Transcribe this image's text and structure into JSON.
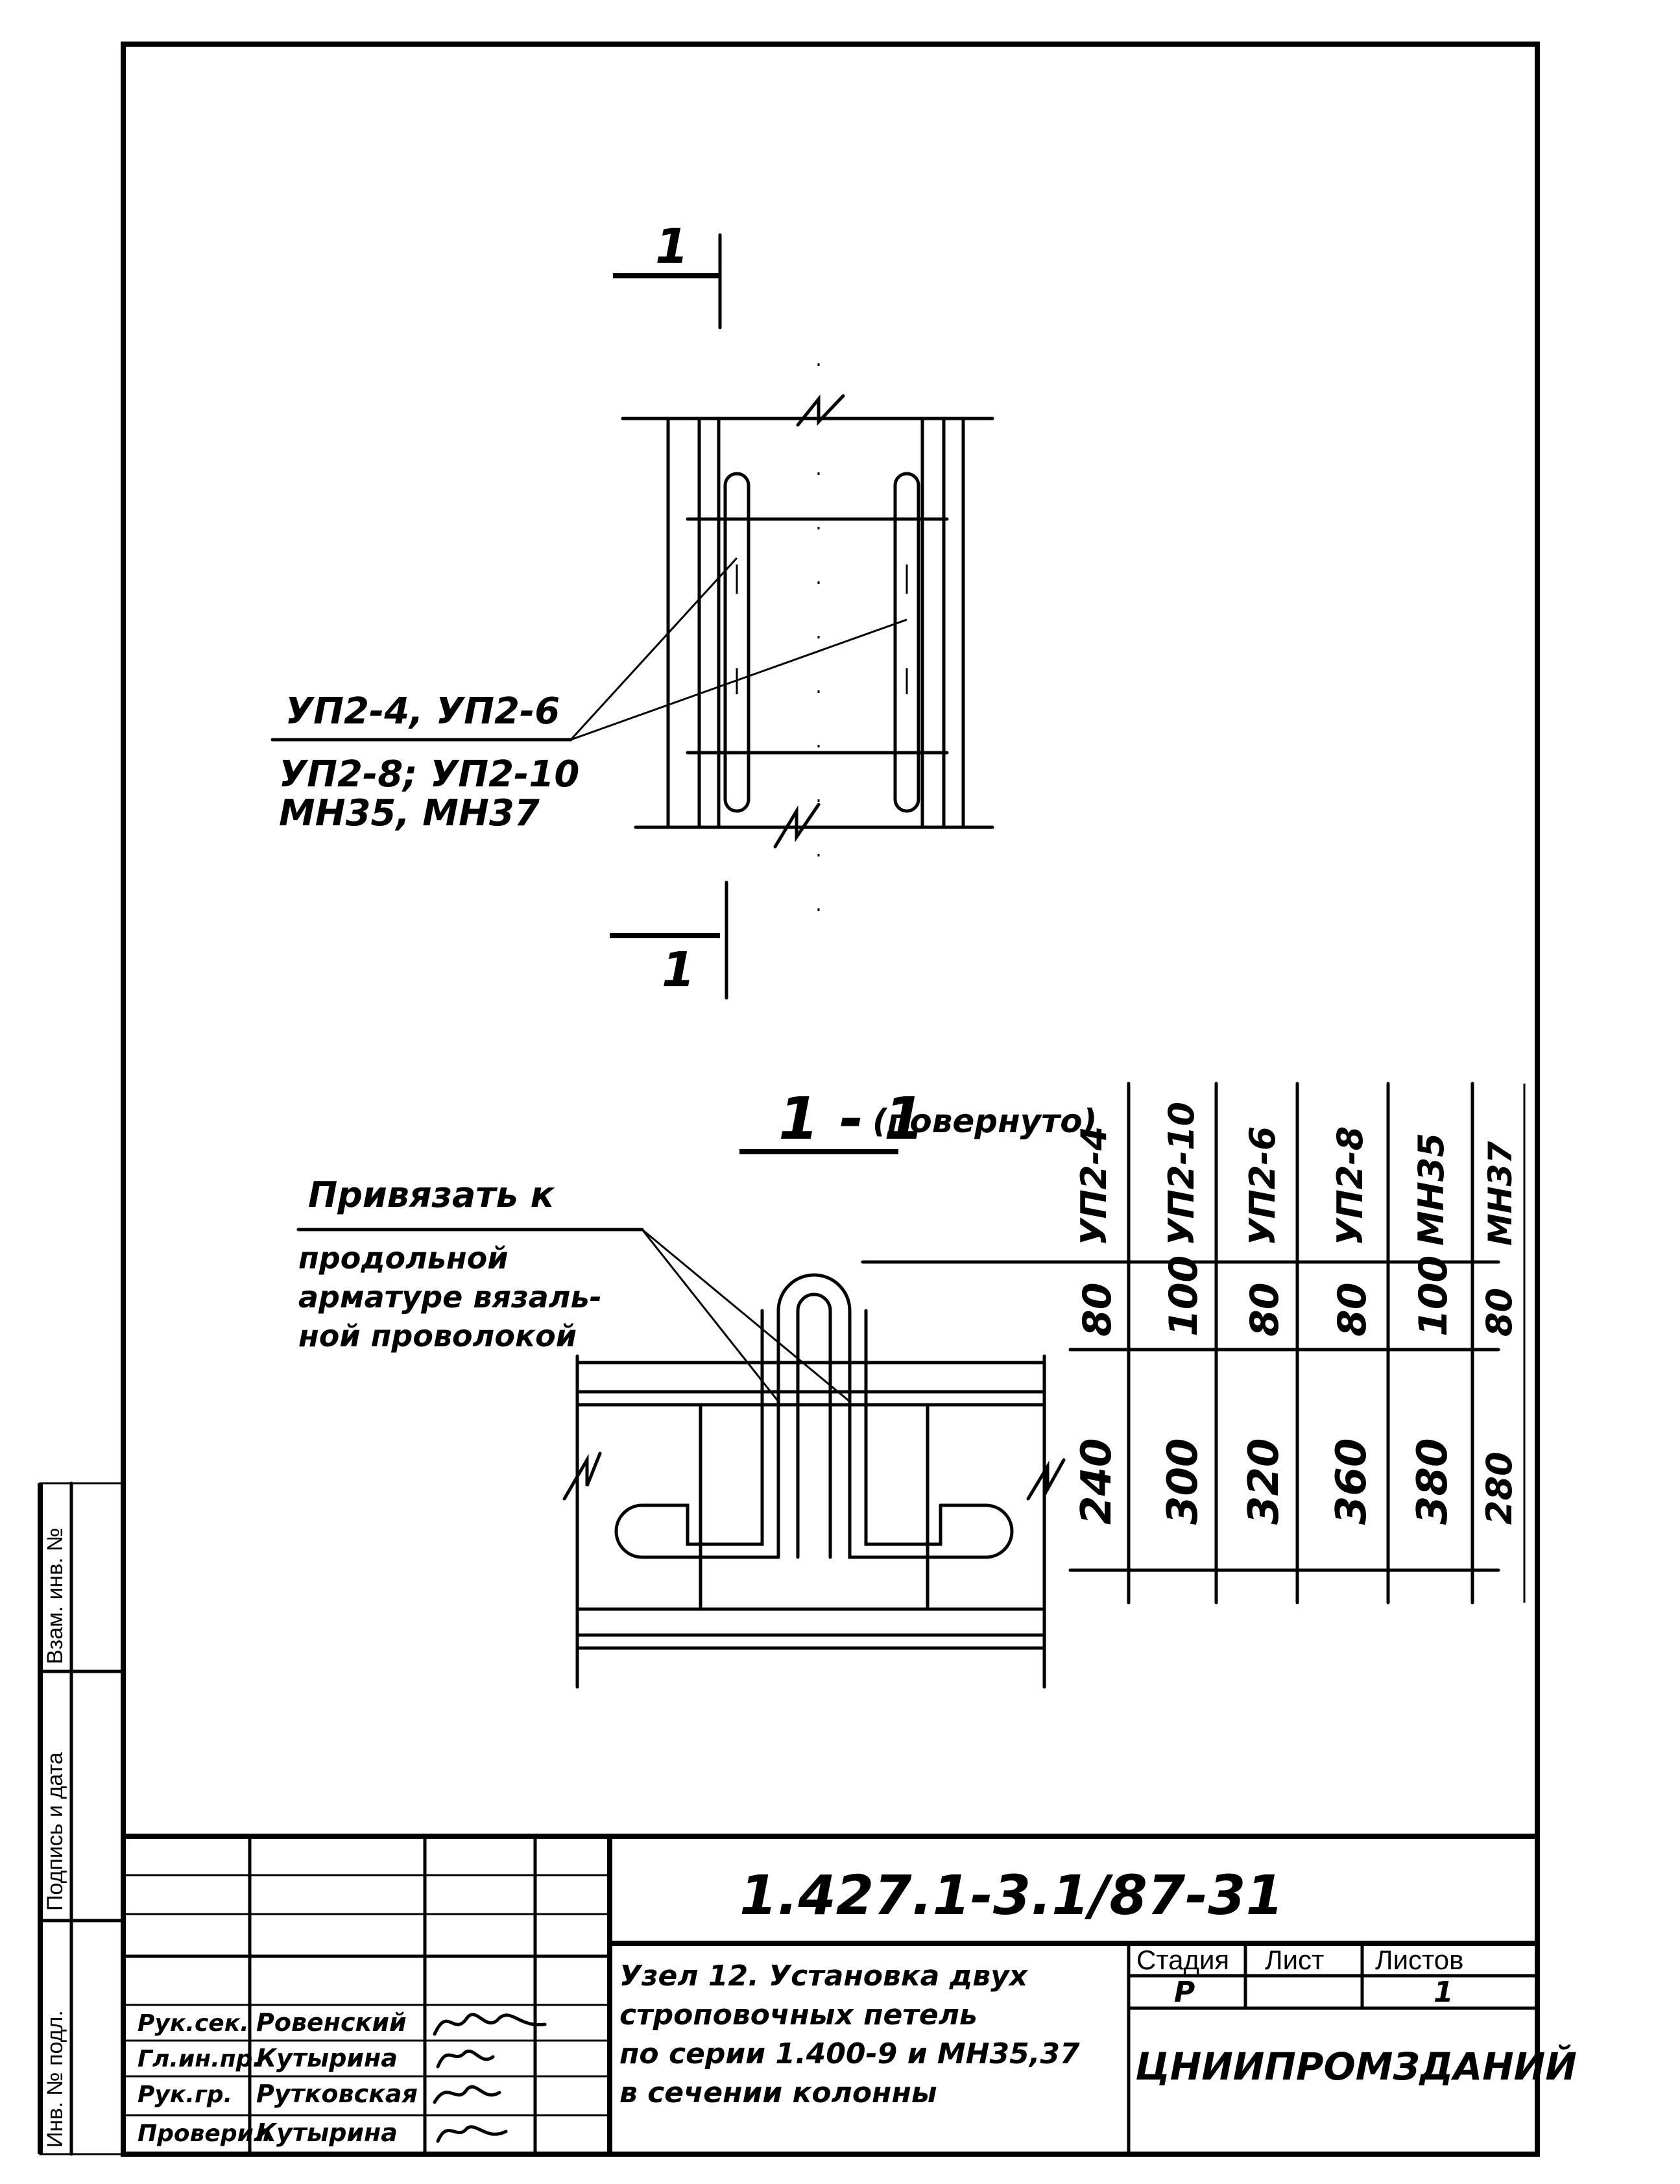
{
  "drawing": {
    "section_mark": "1",
    "callout_top": {
      "line1": "УП2-4, УП2-6",
      "line2": "УП2-8; УП2-10",
      "line3": "МН35, МН37"
    },
    "section_title": "1 - 1",
    "section_note": "(повернуто)",
    "callout_bottom": {
      "line1": "Привязать к",
      "line2": "продольной",
      "line3": "арматуре вязаль-",
      "line4": "ной проволокой"
    },
    "table": {
      "headers": [
        "УП2-4",
        "УП2-10",
        "УП2-6",
        "УП2-8",
        "МН35",
        "МН37"
      ],
      "row_small": [
        "80",
        "100",
        "80",
        "80",
        "100",
        "80"
      ],
      "row_large": [
        "240",
        "300",
        "320",
        "360",
        "380",
        "280"
      ]
    }
  },
  "side_stamp": {
    "cells": [
      "Инв. № подл.",
      "Подпись и дата",
      "Взам. инв. №"
    ]
  },
  "title_block": {
    "code": "1.427.1-3.1/87-31",
    "roles": [
      "Рук.сек.",
      "Гл.ин.пр.",
      "Рук.гр.",
      "Проверил"
    ],
    "names": [
      "Ровенский",
      "Кутырина",
      "Рутковская",
      "Кутырина"
    ],
    "signatures": [
      "signature",
      "signature",
      "signature",
      "signature"
    ],
    "description": {
      "line1": "Узел 12. Установка двух",
      "line2": "строповочных петель",
      "line3": "по серии 1.400-9 и МН35,37",
      "line4": "в сечении колонны"
    },
    "stage_label": "Стадия",
    "sheet_label": "Лист",
    "sheets_label": "Листов",
    "stage_value": "Р",
    "sheet_value": "",
    "sheets_value": "1",
    "organization": "ЦНИИПРОМЗДАНИЙ"
  }
}
